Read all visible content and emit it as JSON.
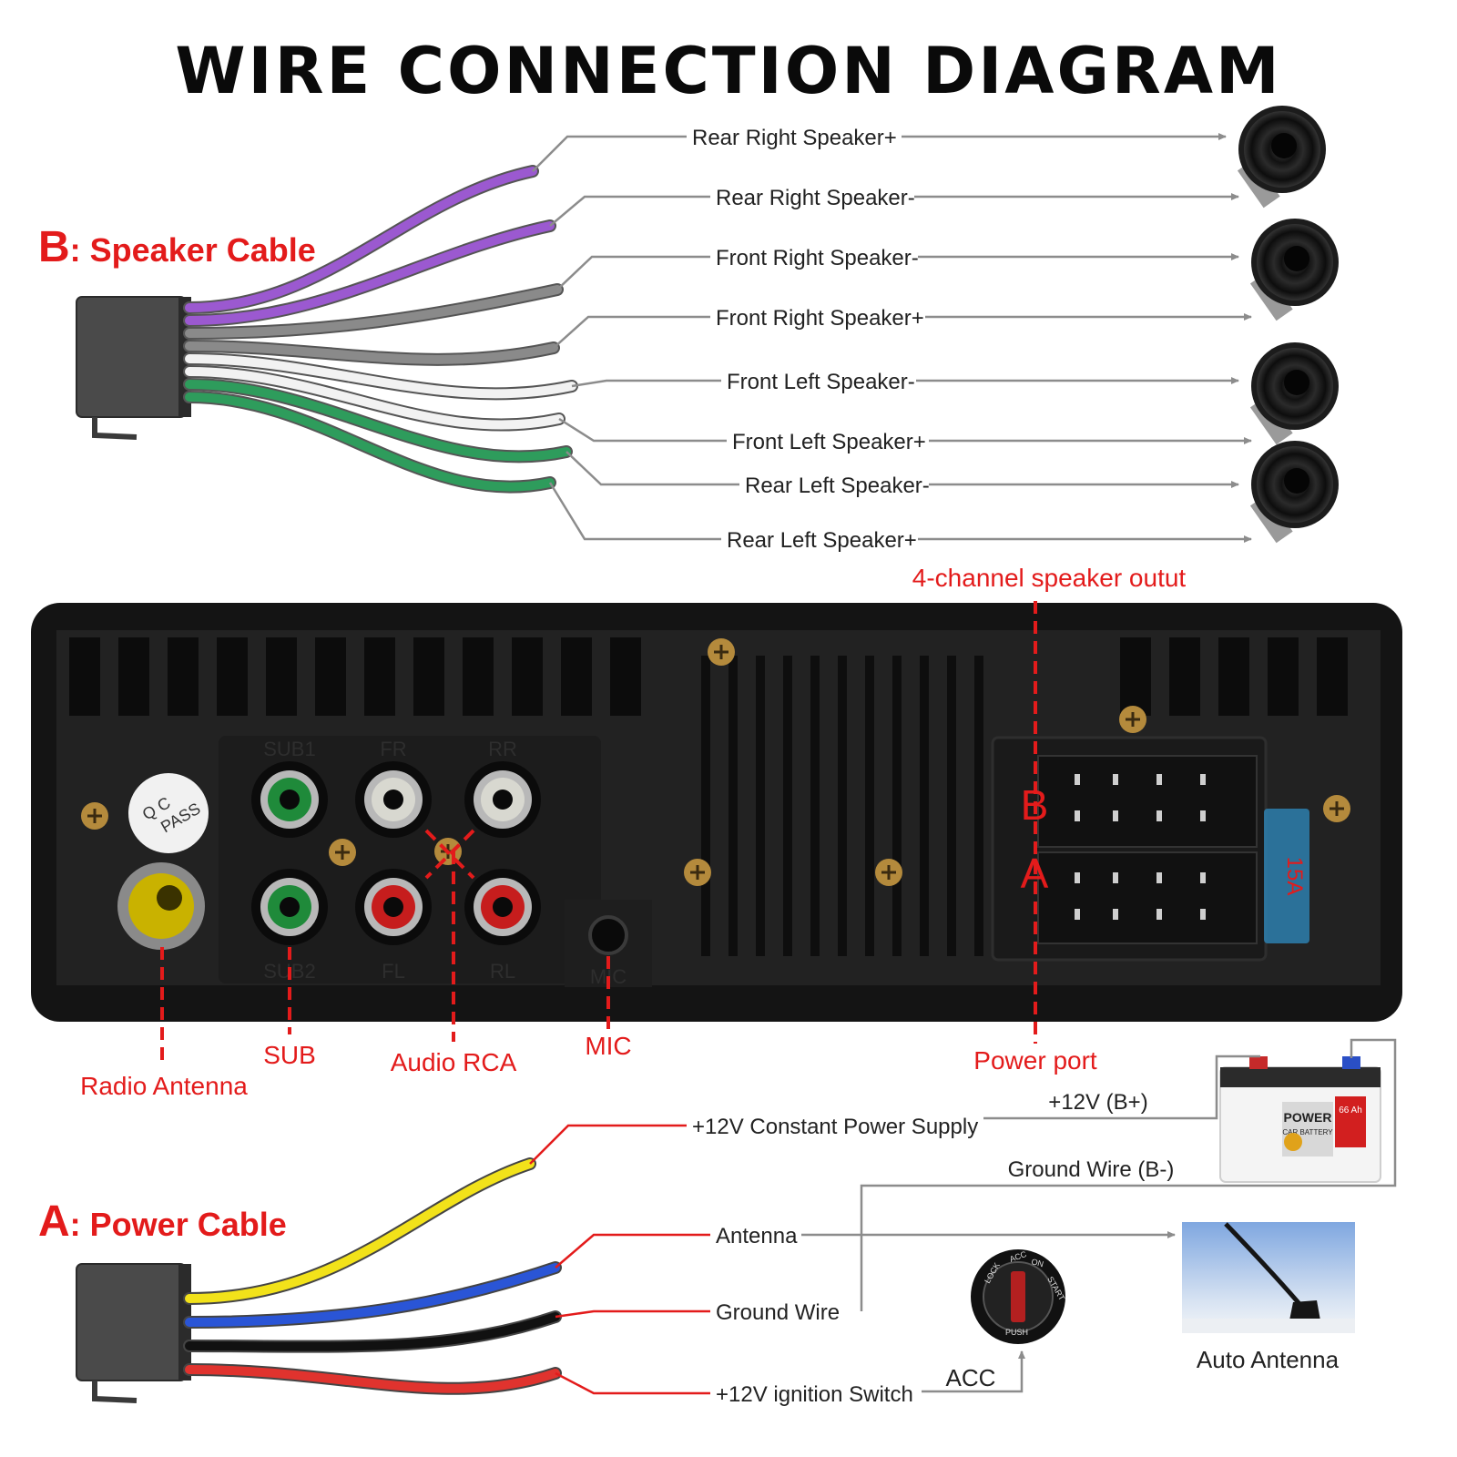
{
  "title": "WIRE CONNECTION DIAGRAM",
  "speaker_cable": {
    "letter": "B",
    "label": ": Speaker Cable",
    "wires": [
      {
        "label": "Rear Right Speaker+",
        "color": "#9b59d0"
      },
      {
        "label": "Rear Right Speaker-",
        "color": "#9b59d0"
      },
      {
        "label": "Front Right Speaker-",
        "color": "#8a8a8a"
      },
      {
        "label": "Front Right Speaker+",
        "color": "#8a8a8a"
      },
      {
        "label": "Front Left Speaker-",
        "color": "#f2f2f2"
      },
      {
        "label": "Front Left Speaker+",
        "color": "#f2f2f2"
      },
      {
        "label": "Rear Left Speaker-",
        "color": "#2e9c5c"
      },
      {
        "label": "Rear Left Speaker+",
        "color": "#2e9c5c"
      }
    ]
  },
  "unit": {
    "jacks": {
      "sub1": "SUB1",
      "fr": "FR",
      "rr": "RR",
      "sub2": "SUB2",
      "fl": "FL",
      "rl": "RL",
      "mic": "MIC"
    },
    "qc_stamp": [
      "Q C",
      "PASS"
    ],
    "fuse": "15A",
    "port_b": "B",
    "port_a": "A"
  },
  "callouts": {
    "speaker_output": "4-channel speaker outut",
    "radio_antenna": "Radio Antenna",
    "sub": "SUB",
    "audio_rca": "Audio RCA",
    "mic": "MIC",
    "power_port": "Power port"
  },
  "power_cable": {
    "letter": "A",
    "label": ": Power Cable",
    "wires": [
      {
        "label": "+12V Constant Power Supply",
        "color": "#f2e21a"
      },
      {
        "label": "Antenna",
        "color": "#2a55d6"
      },
      {
        "label": "Ground Wire",
        "color": "#111111"
      },
      {
        "label": "+12V ignition Switch",
        "color": "#e0332e"
      }
    ]
  },
  "battery": {
    "plus_label": "+12V (B+)",
    "ground_label": "Ground Wire (B-)",
    "brand": "POWER",
    "subtitle": "CAR BATTERY",
    "capacity": "66 Ah"
  },
  "ignition": {
    "acc_label": "ACC",
    "ring_text": [
      "LOCK",
      "ACC",
      "ON",
      "START",
      "PUSH"
    ]
  },
  "auto_antenna": {
    "label": "Auto Antenna"
  },
  "colors": {
    "accent_red": "#e31b1b",
    "leader_gray": "#8c8c8c",
    "unit_black": "#1a1a1a"
  }
}
